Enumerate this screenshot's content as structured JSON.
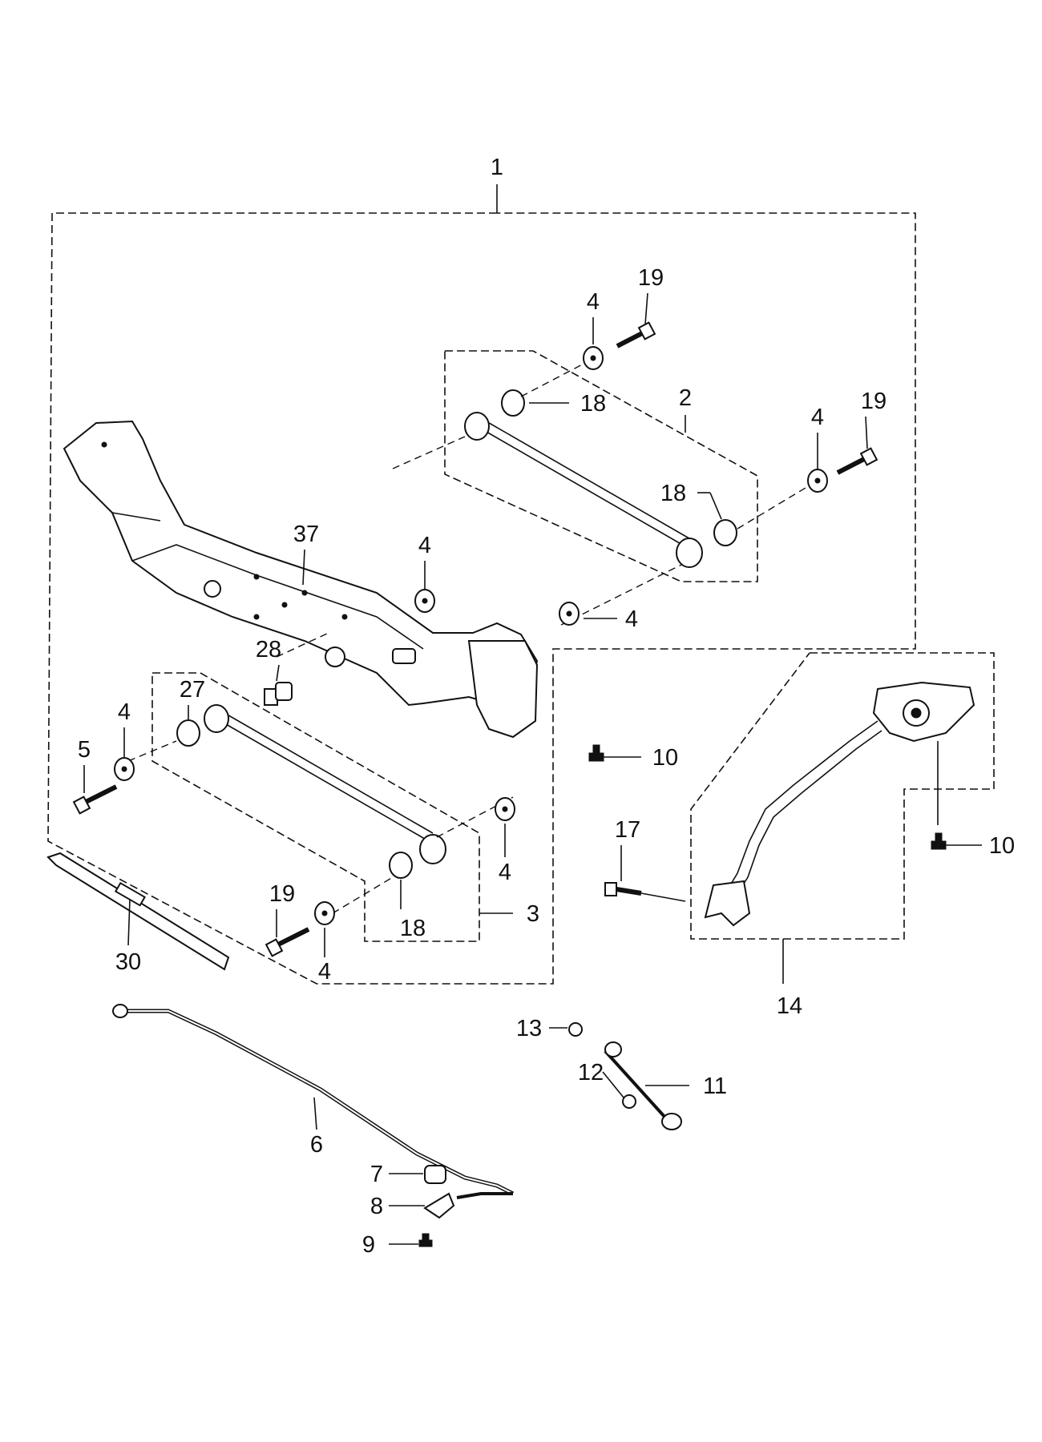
{
  "callouts": {
    "c1": "1",
    "c2": "2",
    "c3": "3",
    "c4a": "4",
    "c4b": "4",
    "c4c": "4",
    "c4d": "4",
    "c4e": "4",
    "c4f": "4",
    "c4g": "4",
    "c5": "5",
    "c6": "6",
    "c7": "7",
    "c8": "8",
    "c9": "9",
    "c10a": "10",
    "c10b": "10",
    "c11": "11",
    "c12": "12",
    "c13": "13",
    "c14": "14",
    "c17": "17",
    "c18a": "18",
    "c18b": "18",
    "c18c": "18",
    "c19a": "19",
    "c19b": "19",
    "c19c": "19",
    "c27": "27",
    "c28": "28",
    "c30": "30",
    "c37": "37"
  },
  "parts": {
    "subframe": "crossmember-37",
    "upper_arm": "lateral-arm-2",
    "lower_arm": "lateral-arm-3",
    "trailing_arm": "trailing-arm-14",
    "stabilizer": "stabilizer-bar-6",
    "link": "stabilizer-link-11",
    "plate": "plate-30"
  }
}
